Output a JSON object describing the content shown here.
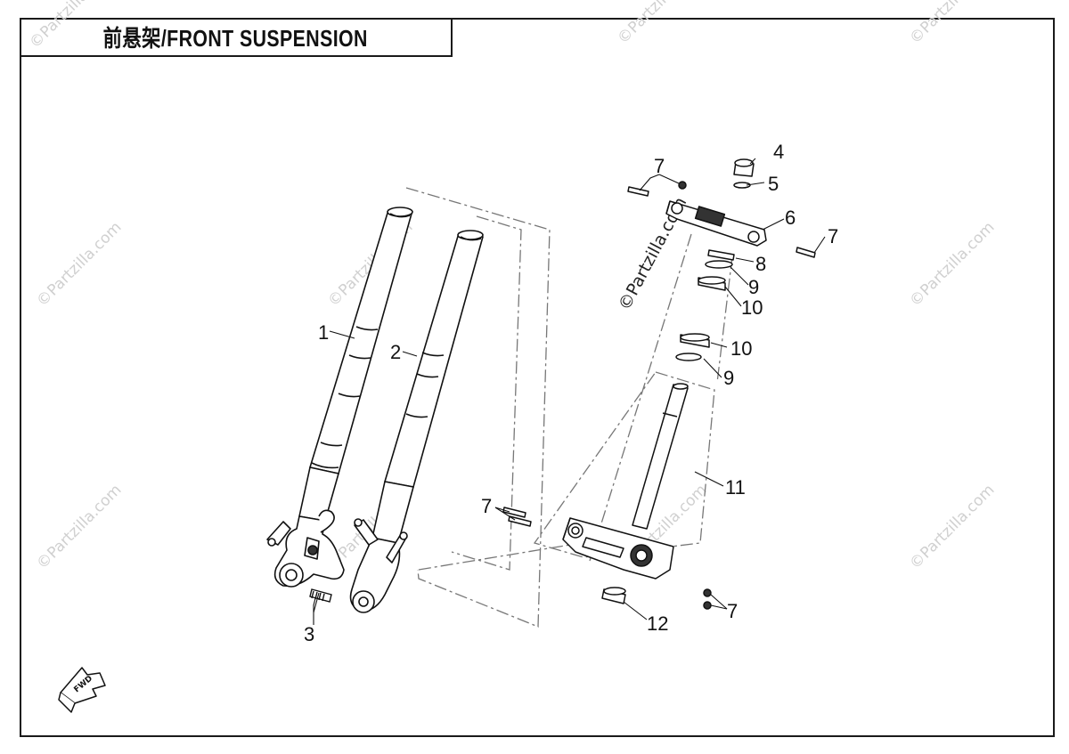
{
  "title": "前悬架/FRONT SUSPENSION",
  "labels": {
    "l1": "1",
    "l2": "2",
    "l3": "3",
    "l4": "4",
    "l5": "5",
    "l6": "6",
    "l7a": "7",
    "l7b": "7",
    "l7c": "7",
    "l7d": "7",
    "l8": "8",
    "l9a": "9",
    "l9b": "9",
    "l10a": "10",
    "l10b": "10",
    "l11": "11",
    "l12": "12"
  },
  "watermark": "©Partzilla.com",
  "fwd_icon": "fwd-arrow-icon"
}
